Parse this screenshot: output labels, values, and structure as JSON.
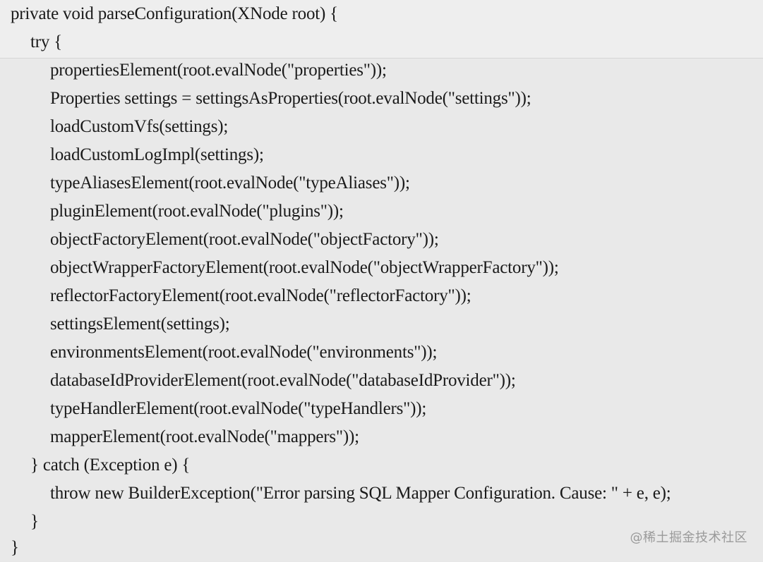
{
  "code": {
    "lines": [
      {
        "text": "private void parseConfiguration(XNode root) {",
        "indent": 0
      },
      {
        "text": "try {",
        "indent": 1
      },
      {
        "text": "propertiesElement(root.evalNode(\"properties\"));",
        "indent": 2
      },
      {
        "text": "Properties settings = settingsAsProperties(root.evalNode(\"settings\"));",
        "indent": 2
      },
      {
        "text": "loadCustomVfs(settings);",
        "indent": 2
      },
      {
        "text": "loadCustomLogImpl(settings);",
        "indent": 2
      },
      {
        "text": "typeAliasesElement(root.evalNode(\"typeAliases\"));",
        "indent": 2
      },
      {
        "text": "pluginElement(root.evalNode(\"plugins\"));",
        "indent": 2
      },
      {
        "text": "objectFactoryElement(root.evalNode(\"objectFactory\"));",
        "indent": 2
      },
      {
        "text": "objectWrapperFactoryElement(root.evalNode(\"objectWrapperFactory\"));",
        "indent": 2
      },
      {
        "text": "reflectorFactoryElement(root.evalNode(\"reflectorFactory\"));",
        "indent": 2
      },
      {
        "text": "settingsElement(settings);",
        "indent": 2
      },
      {
        "text": "environmentsElement(root.evalNode(\"environments\"));",
        "indent": 2
      },
      {
        "text": "databaseIdProviderElement(root.evalNode(\"databaseIdProvider\"));",
        "indent": 2
      },
      {
        "text": "typeHandlerElement(root.evalNode(\"typeHandlers\"));",
        "indent": 2
      },
      {
        "text": "mapperElement(root.evalNode(\"mappers\"));",
        "indent": 2
      },
      {
        "text": "} catch (Exception e) {",
        "indent": 1
      },
      {
        "text": "throw new BuilderException(\"Error parsing SQL Mapper Configuration. Cause: \" + e, e);",
        "indent": 2
      },
      {
        "text": "}",
        "indent": 1
      },
      {
        "text": "}",
        "indent": 0
      }
    ]
  },
  "watermark": {
    "text": "@稀土掘金技术社区"
  }
}
